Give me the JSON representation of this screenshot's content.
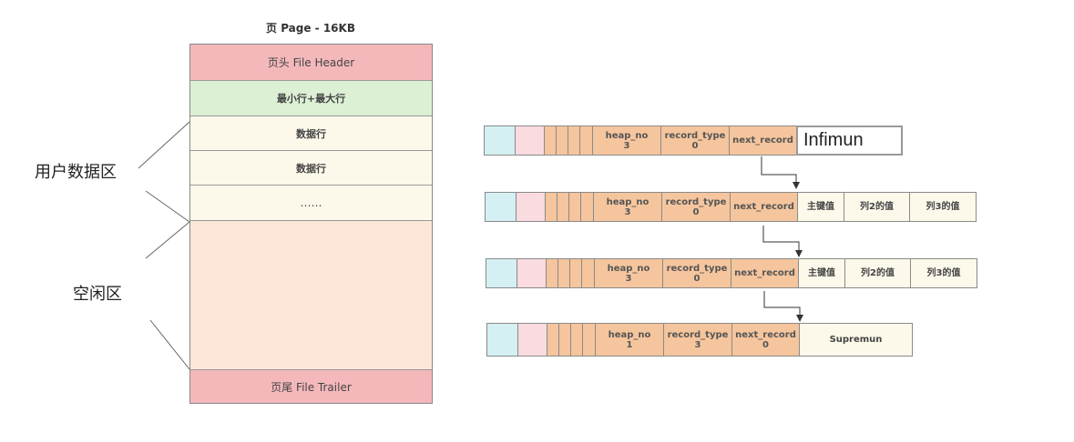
{
  "page": {
    "title": "页 Page - 16KB",
    "sections": {
      "header": "页头 File Header",
      "minmax": "最小行+最大行",
      "row1": "数据行",
      "row2": "数据行",
      "dots": "……",
      "trailer": "页尾 File Trailer"
    }
  },
  "regions": {
    "user_data": "用户数据区",
    "free": "空闲区"
  },
  "records": [
    {
      "heap_no_label": "heap_no",
      "heap_no": "3",
      "record_type_label": "record_type",
      "record_type": "0",
      "next_record_label": "next_record",
      "next_record": "",
      "data": "Infimun"
    },
    {
      "heap_no_label": "heap_no",
      "heap_no": "3",
      "record_type_label": "record_type",
      "record_type": "0",
      "next_record_label": "next_record",
      "next_record": "",
      "col1": "主键值",
      "col2": "列2的值",
      "col3": "列3的值"
    },
    {
      "heap_no_label": "heap_no",
      "heap_no": "3",
      "record_type_label": "record_type",
      "record_type": "0",
      "next_record_label": "next_record",
      "next_record": "",
      "col1": "主键值",
      "col2": "列2的值",
      "col3": "列3的值"
    },
    {
      "heap_no_label": "heap_no",
      "heap_no": "1",
      "record_type_label": "record_type",
      "record_type": "3",
      "next_record_label": "next_record",
      "next_record": "0",
      "data": "Supremun"
    }
  ],
  "colors": {
    "header": "#f4b8bb",
    "minmax": "#dcf0d4",
    "row": "#fcf8ea",
    "free": "#fbe6d8",
    "cyan": "#d4f0f2",
    "pink": "#f9dbe0",
    "orange": "#f5c59d"
  }
}
